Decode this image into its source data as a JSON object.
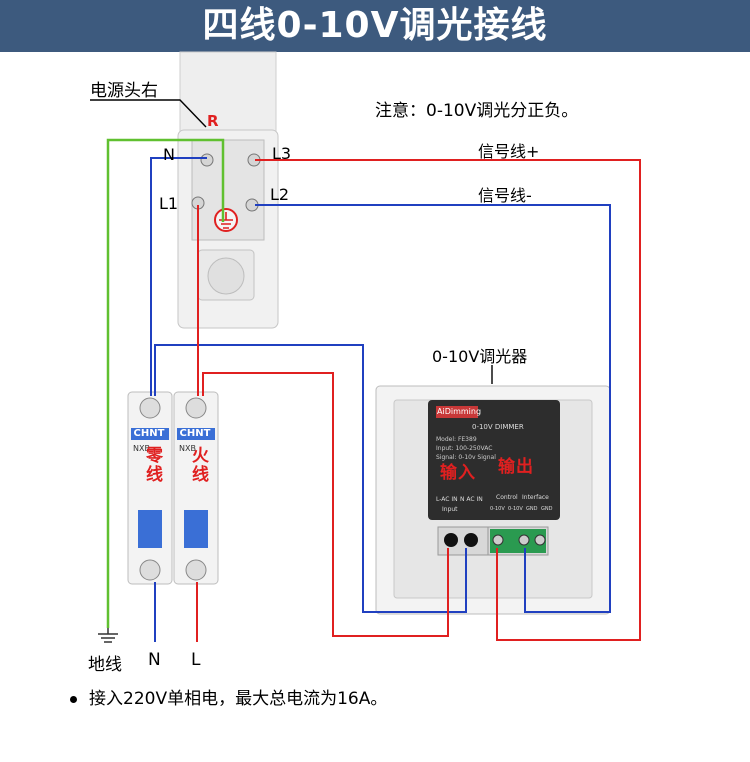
{
  "title": "四线0-10V调光接线",
  "note_polarity": "注意：0-10V调光分正负。",
  "labels": {
    "power_head_right": "电源头右",
    "R": "R",
    "N": "N",
    "L3": "L3",
    "L1": "L1",
    "L2": "L2",
    "signal_pos": "信号线+",
    "signal_neg": "信号线-",
    "dimmer": "0-10V调光器",
    "ground": "地线",
    "bottom_N": "N",
    "bottom_L": "L",
    "neutral_line": "零线",
    "live_line": "火线",
    "input_label": "输入",
    "output_label": "输出"
  },
  "breaker": {
    "brand": "CHNT",
    "model": "NXB"
  },
  "dimmer_device": {
    "brand": "AiDimming",
    "title": "0-10V DIMMER",
    "model": "Model: FE389",
    "input": "Input: 100-250VAC",
    "signal": "Signal: 0-10v Signal",
    "control": "Control",
    "interface": "Interface",
    "terminal_left": "L-AC IN",
    "terminal_n": "N AC IN",
    "input_tag": "Input",
    "pin1": "0-10V",
    "pin2": "0-10V",
    "pin3": "GND",
    "pin4": "GND"
  },
  "footnote": "接入220V单相电，最大总电流为16A。",
  "colors": {
    "banner": "#3d5a7e",
    "live": "#e02020",
    "neutral": "#2040c0",
    "ground": "#60c030"
  }
}
